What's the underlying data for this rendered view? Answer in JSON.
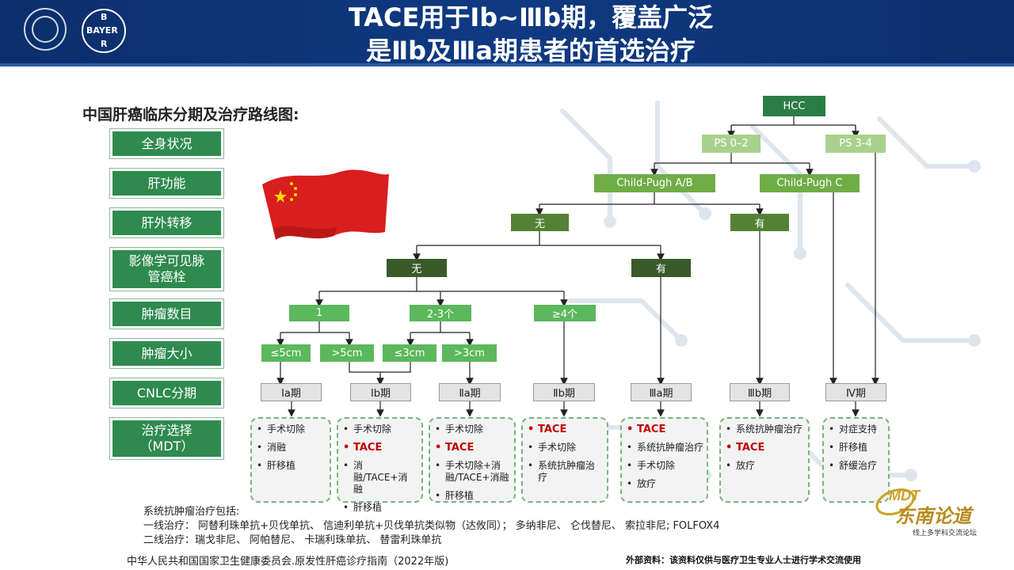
{
  "header": {
    "title_line1": "TACE用于Ⅰb~Ⅲb期，覆盖广泛",
    "title_line2": "是Ⅱb及Ⅲa期患者的首选治疗",
    "logo_bayer_top": "B",
    "logo_bayer_mid": "BAYER",
    "logo_bayer_bottom": "R"
  },
  "subtitle": "中国肝癌临床分期及治疗路线图:",
  "left_labels": [
    "全身状况",
    "肝功能",
    "肝外转移",
    "影像学可见脉管癌栓",
    "肿瘤数目",
    "肿瘤大小",
    "CNLC分期",
    "治疗选择（MDT）"
  ],
  "left_labels_split": {
    "vascular_1": "影像学可见脉",
    "vascular_2": "管癌栓",
    "treatment_1": "治疗选择",
    "treatment_2": "（MDT）"
  },
  "tree": {
    "root": "HCC",
    "ps_good": "PS 0–2",
    "ps_poor": "PS 3-4",
    "cp_ab": "Child-Pugh A/B",
    "cp_c": "Child-Pugh C",
    "meta_no": "无",
    "meta_yes": "有",
    "vasc_no": "无",
    "vasc_yes": "有",
    "num_1": "1",
    "num_23": "2-3个",
    "num_4": "≥4个",
    "size_le5": "≤5cm",
    "size_gt5": ">5cm",
    "size_le3": "≤3cm",
    "size_gt3": ">3cm"
  },
  "stages": [
    "Ⅰa期",
    "Ⅰb期",
    "Ⅱa期",
    "Ⅱb期",
    "Ⅲa期",
    "Ⅲb期",
    "Ⅳ期"
  ],
  "treatments": [
    [
      {
        "t": "手术切除"
      },
      {
        "t": "消融"
      },
      {
        "t": "肝移植"
      }
    ],
    [
      {
        "t": "手术切除"
      },
      {
        "t": "TACE",
        "hl": true
      },
      {
        "t": "消融/TACE+消融"
      },
      {
        "t": "肝移植"
      }
    ],
    [
      {
        "t": "手术切除"
      },
      {
        "t": "TACE",
        "hl": true
      },
      {
        "t": "手术切除+消融/TACE+消融"
      },
      {
        "t": "肝移植"
      }
    ],
    [
      {
        "t": "TACE",
        "hl": true
      },
      {
        "t": "手术切除"
      },
      {
        "t": "系统抗肿瘤治疗"
      }
    ],
    [
      {
        "t": "TACE",
        "hl": true
      },
      {
        "t": "系统抗肿瘤治疗"
      },
      {
        "t": "手术切除"
      },
      {
        "t": "放疗"
      }
    ],
    [
      {
        "t": "系统抗肿瘤治疗"
      },
      {
        "t": "TACE",
        "hl": true
      },
      {
        "t": "放疗"
      }
    ],
    [
      {
        "t": "对症支持"
      },
      {
        "t": "肝移植"
      },
      {
        "t": "舒缓治疗"
      }
    ]
  ],
  "notes": {
    "line1": "系统抗肿瘤治疗包括:",
    "line2": "一线治疗：  阿替利珠单抗+贝伐单抗、 信迪利单抗+贝伐单抗类似物（达攸同）；  多纳非尼、 仑伐替尼、 索拉非尼;   FOLFOX4",
    "line3": "二线治疗：瑞戈非尼、 阿帕替尼、 卡瑞利珠单抗、 替雷利珠单抗"
  },
  "source": "中华人民共和国国家卫生健康委员会.原发性肝癌诊疗指南（2022年版)",
  "disclaimer": "外部资料：该资料仅供与医疗卫生专业人士进行学术交流使用",
  "watermark": {
    "line1": "东南论道",
    "line2": "线上多学科交流论坛"
  },
  "colors": {
    "header": "#0f3a82",
    "left_label": "#2f8a4f",
    "highlight": "#c00000"
  }
}
